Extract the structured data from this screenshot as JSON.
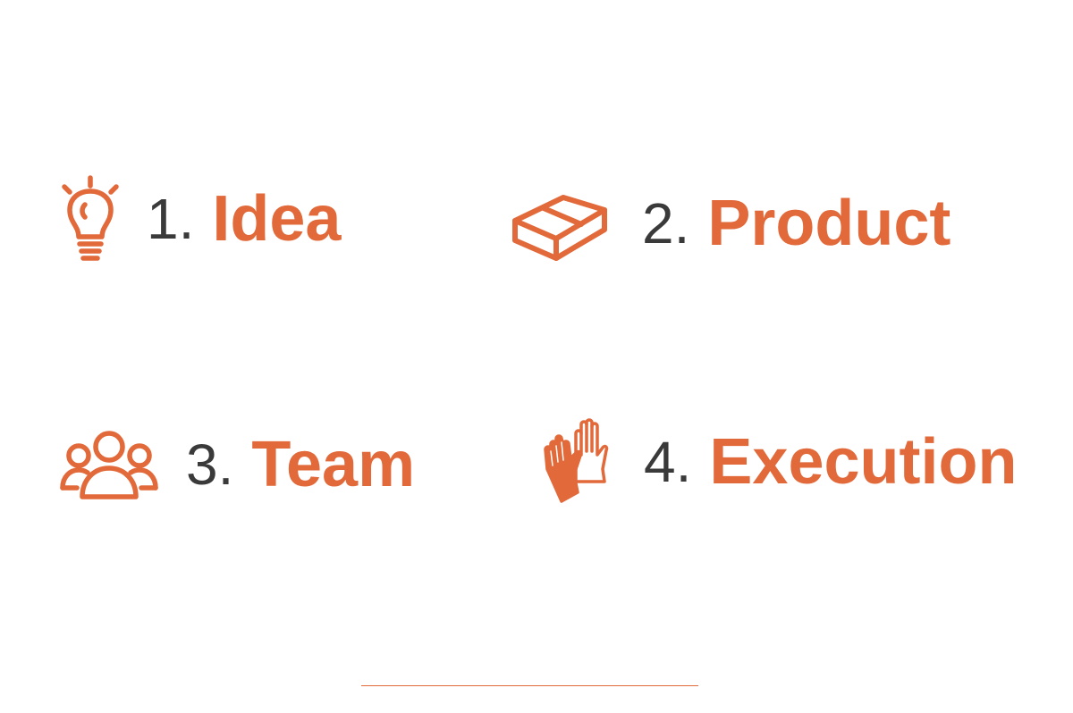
{
  "accent_color": "#e2693a",
  "text_color": "#3a3a3a",
  "items": [
    {
      "number": "1.",
      "label": "Idea",
      "icon": "lightbulb-icon"
    },
    {
      "number": "2.",
      "label": "Product",
      "icon": "box-icon"
    },
    {
      "number": "3.",
      "label": "Team",
      "icon": "people-group-icon"
    },
    {
      "number": "4.",
      "label": "Execution",
      "icon": "gloves-icon"
    }
  ]
}
